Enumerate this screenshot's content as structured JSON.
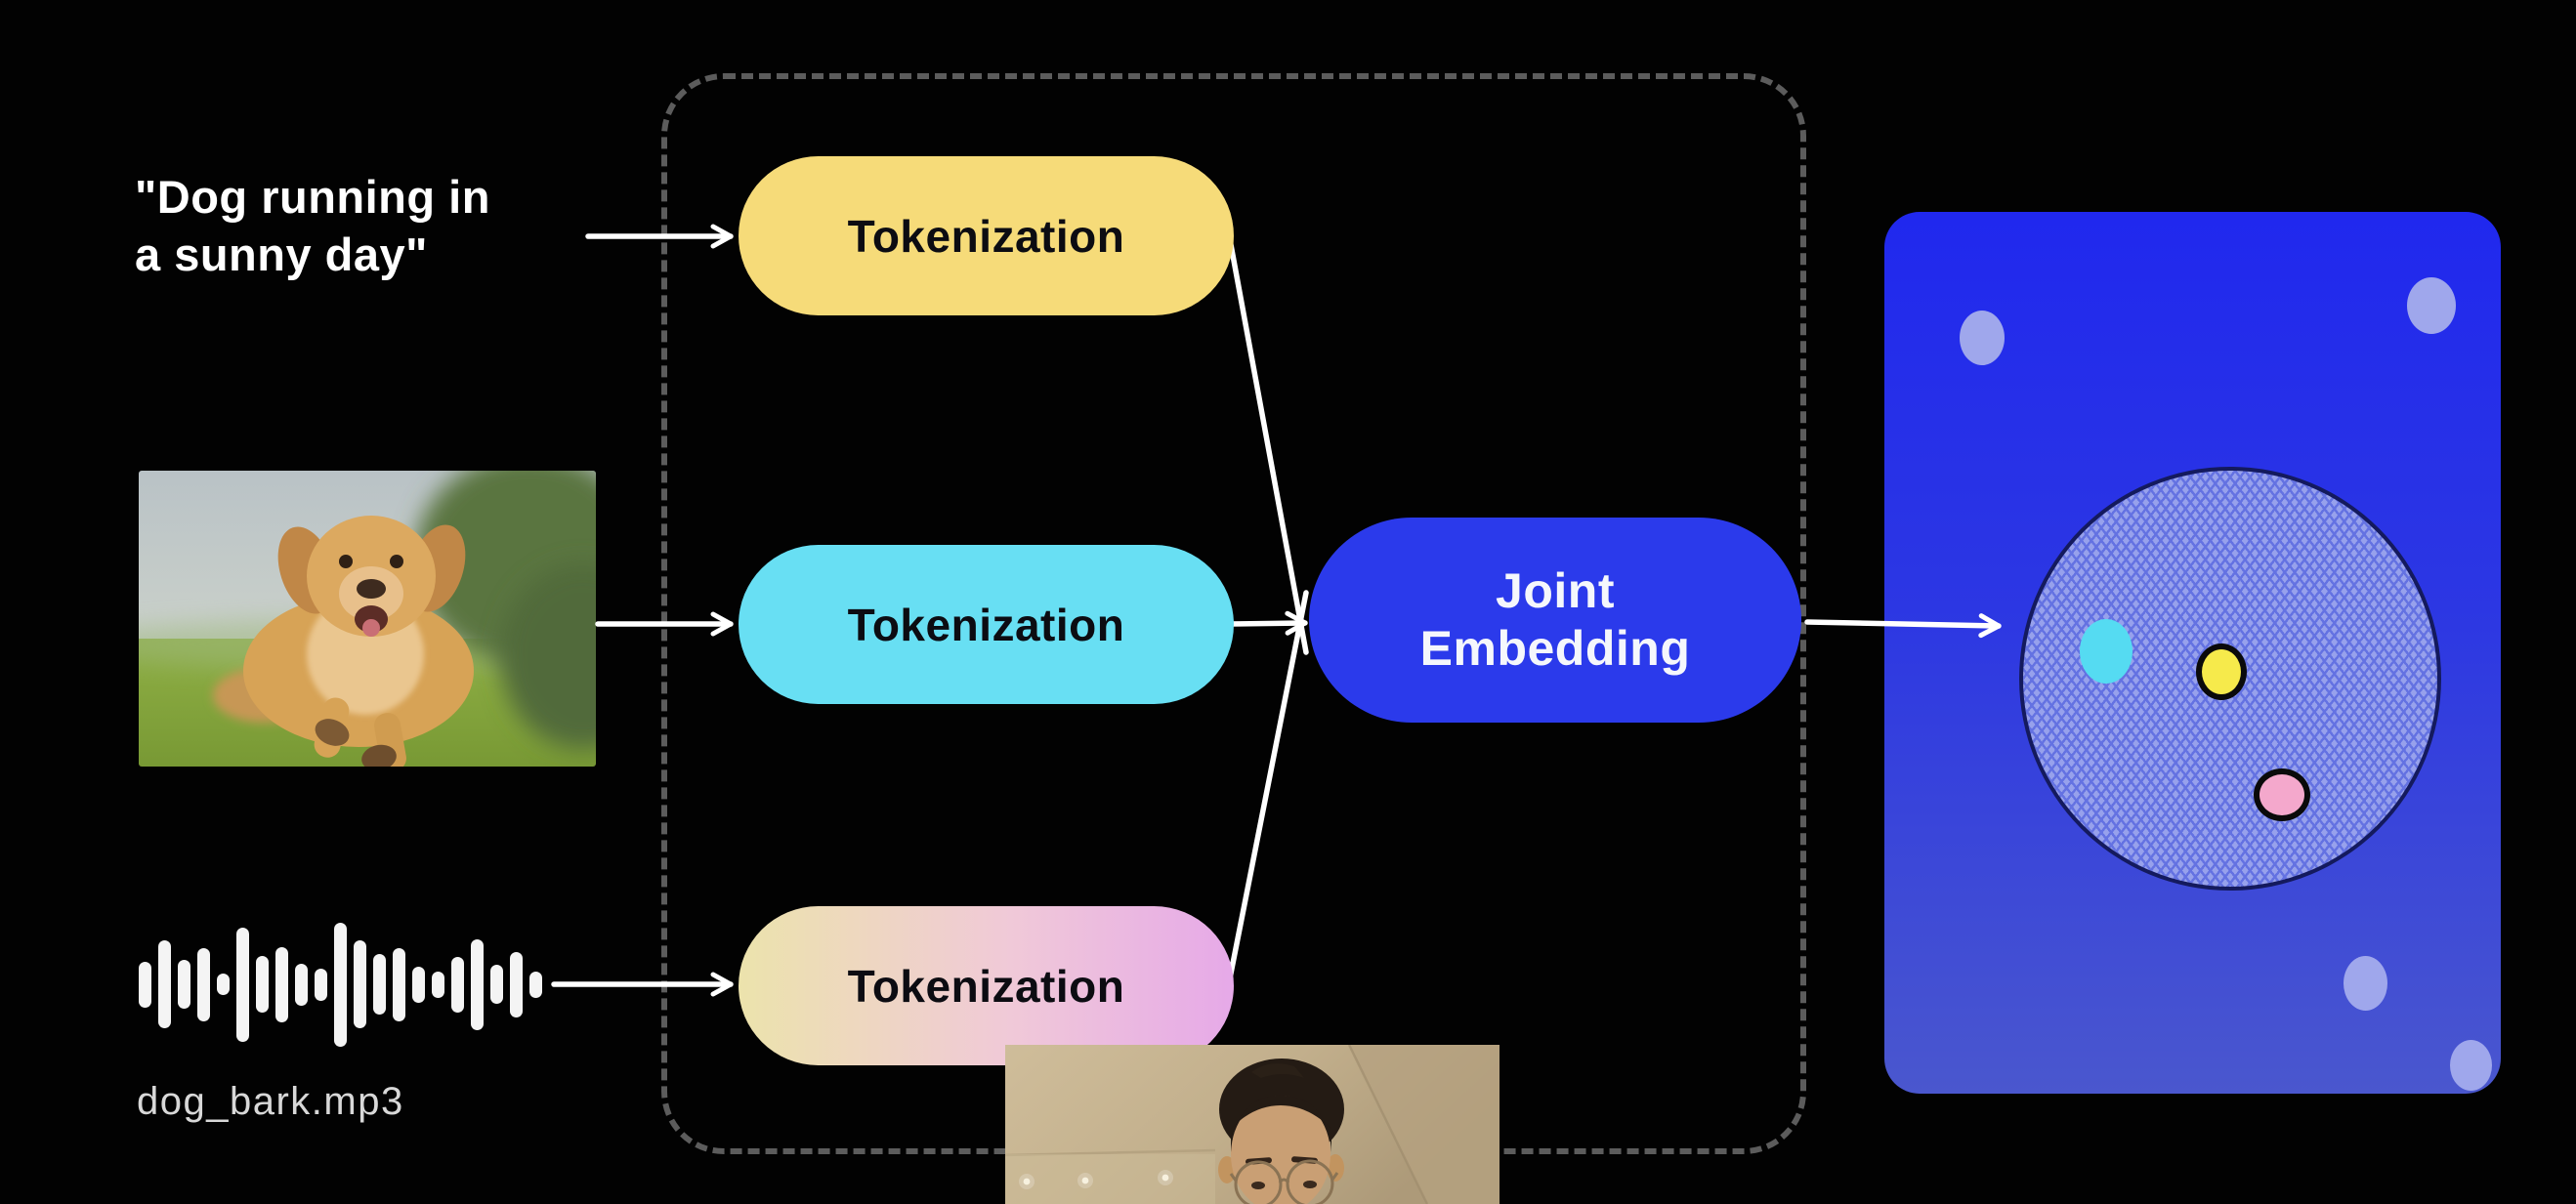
{
  "colors": {
    "background": "#020202",
    "text_white": "#FFFFFF",
    "filename_gray": "#D8D8D8",
    "dash_gray": "#5C5C5C",
    "connector_white": "#FFFFFF",
    "pill_text_bg": "#F6DB79",
    "pill_image_bg": "#68DFF3",
    "pill_audio_start": "#ECE3AC",
    "pill_audio_mid": "#F0C9D8",
    "pill_audio_end": "#E6A9E8",
    "pill_label_dark": "#0C0C12",
    "joint_bg": "#2B3AEB",
    "joint_label": "#F5F7FC",
    "panel_top": "#2028EE",
    "panel_bottom": "#4A57CE",
    "hatch_base": "#97A1EC",
    "hatch_line": "#6472E2",
    "circle_outline": "#141A5E",
    "dot_cyan": "#55DBF2",
    "dot_yellow": "#F6EA4B",
    "dot_pink": "#F4A8CC",
    "dot_purple": "#9FA7EC",
    "dot_outline": "#0A0A0A"
  },
  "inputs": {
    "text": {
      "line1": "\"Dog running in",
      "line2": "a sunny day\""
    },
    "audio": {
      "filename": "dog_bark.mp3",
      "waveform_bars": [
        47,
        90,
        50,
        75,
        22,
        117,
        58,
        77,
        43,
        33,
        127,
        90,
        62,
        75,
        37,
        27,
        57,
        93,
        40,
        67,
        27
      ]
    }
  },
  "pipeline": {
    "tokenization_text_label": "Tokenization",
    "tokenization_image_label": "Tokenization",
    "tokenization_audio_label": "Tokenization",
    "joint_embedding_line1": "Joint",
    "joint_embedding_line2": "Embedding"
  }
}
